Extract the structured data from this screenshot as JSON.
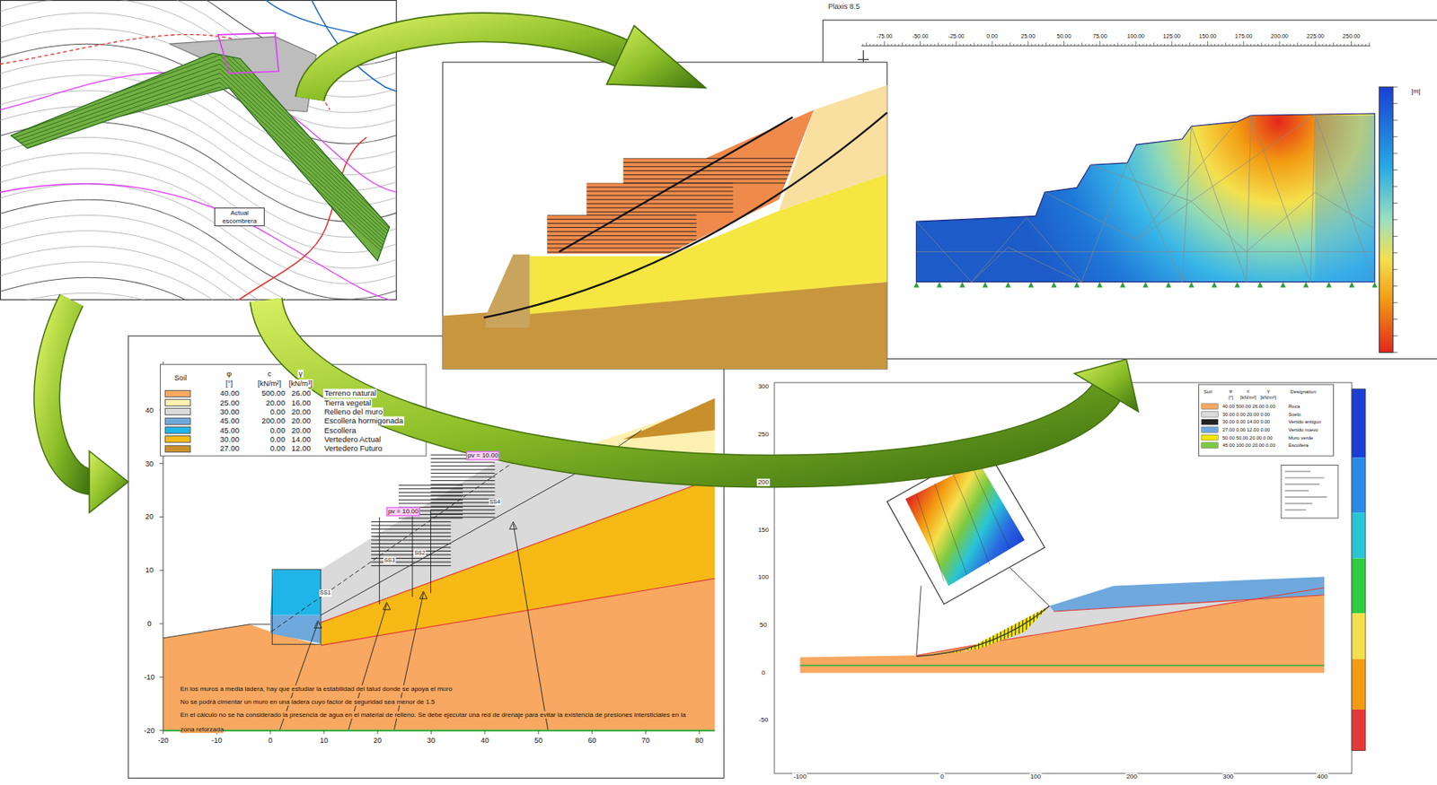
{
  "diagram": {
    "nodes": [
      {
        "text": [
          "Actual escombrera"
        ]
      },
      {
        "text": [
          "En los muros a media ladera, hay que estudiar la estabilidad del talud donde se apoya el muro",
          "No se podrá cimentar un muro en una ladera cuyo factor de seguridad sea menor de 1.5",
          "En el cálculo no se ha considerado la presencia de agua en el material de relleno. Se debe ejecutar una red de drenaje para evitar la existencia de presiones intersticiales en la zona reforzada"
        ]
      },
      {
        "text": [
          "Plaxis 8.5"
        ]
      }
    ],
    "edges": [
      {
        "from": 0,
        "to": 1,
        "arrow": "to"
      },
      {
        "from": 0,
        "to": 2,
        "arrow": "to"
      }
    ],
    "labels": [
      "-75.00",
      "-50.00",
      "-25.00",
      "0.00",
      "25.00",
      "50.00",
      "75.00",
      "100.00",
      "125.00",
      "150.00",
      "175.00",
      "200.00",
      "225.00",
      "250.00",
      "[m]",
      "Soil",
      "φ",
      "[°]",
      "c",
      "[kN/m²]",
      "γ",
      "[kN/m³]",
      "40.00",
      "500.00",
      "26.00",
      "25.00",
      "20.00",
      "16.00",
      "30.00",
      "0.00",
      "20.00",
      "45.00",
      "200.00",
      "20.00",
      "45.00",
      "0.00",
      "20.00",
      "30.00",
      "0.00",
      "14.00",
      "27.00",
      "0.00",
      "12.00",
      "pv = 10.00",
      "pv = 10.00",
      "SS4",
      "SS3",
      "SS2",
      "SS1",
      "40",
      "30",
      "20",
      "10",
      "0",
      "-10",
      "-20",
      "-20",
      "-10",
      "0",
      "10",
      "20",
      "30",
      "40",
      "50",
      "60",
      "70",
      "80",
      "Soil",
      "φ",
      "c",
      "γ",
      "Designation",
      "[°]",
      "[kN/m²]",
      "[kN/m³]",
      "40.00 500.00 26.00 0.00",
      "Roca",
      "30.00 0.00 20.00 0.00",
      "Suelo",
      "30.00 0.00 14.00 0.00",
      "Vertido antiguo",
      "27.00 0.00 12.00 0.00",
      "Vertido nuevo",
      "50.00 50.00 20.00 0.00",
      "Muro verde",
      "45.00 100.00 20.00 0.00",
      "Escollera",
      "300",
      "250",
      "200",
      "150",
      "100",
      "50",
      "0",
      "-50",
      "-100",
      "0",
      "100",
      "200",
      "300",
      "400"
    ],
    "legend": [
      {
        "text": "Terreno natural",
        "color": "#f8a860"
      },
      {
        "text": "Tierra vegetal",
        "color": "#fdf0b0"
      },
      {
        "text": "Relleno del muro",
        "color": "#dadada"
      },
      {
        "text": "Escollera hormigonada",
        "color": "#6fa8dc"
      },
      {
        "text": "Escollera",
        "color": "#1fb5e9"
      },
      {
        "text": "Vertedero Actual",
        "color": "#f7b916"
      },
      {
        "text": "Vertedero Futuro",
        "color": "#c8902a"
      }
    ]
  }
}
